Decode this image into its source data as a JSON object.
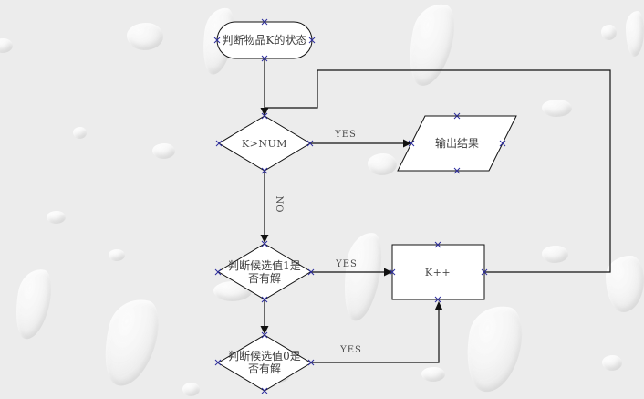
{
  "canvas": {
    "background": "#ececec"
  },
  "colors": {
    "line": "#111111",
    "connection_point": "#2e2e9e",
    "node_fill": "#ffffff",
    "text": "#3d3d3d"
  },
  "nodes": {
    "start": {
      "type": "terminator",
      "label": "判断物品K的状态"
    },
    "check_k": {
      "type": "decision",
      "label": "K>NUM"
    },
    "output": {
      "type": "input-output",
      "label": "输出结果"
    },
    "check_candidate_1": {
      "type": "decision",
      "label": "判断候选值1是否有解",
      "line1": "判断候选值1是",
      "line2": "否有解"
    },
    "increment_k": {
      "type": "process",
      "label": "K++"
    },
    "check_candidate_0": {
      "type": "decision",
      "label": "判断候选值0是否有解",
      "line1": "判断候选值0是",
      "line2": "否有解"
    }
  },
  "edges": {
    "check_k_yes": {
      "label": "YES"
    },
    "check_k_no": {
      "label": "NO"
    },
    "check_candidate_1_yes": {
      "label": "YES"
    },
    "check_candidate_0_yes": {
      "label": "YES"
    }
  }
}
